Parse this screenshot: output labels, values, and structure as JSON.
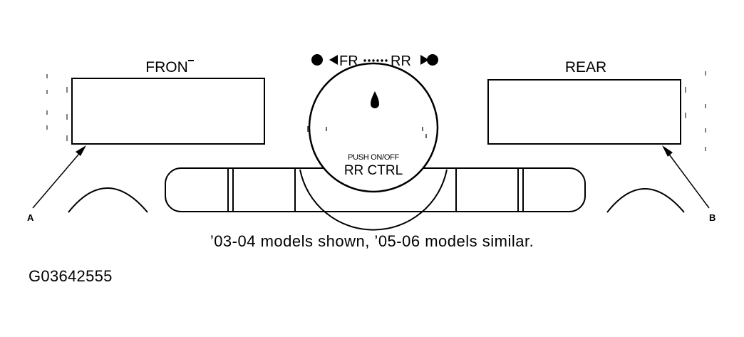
{
  "panel": {
    "front_label": "FRON",
    "rear_label": "REAR",
    "selector": {
      "left_text": "FR",
      "right_text": "RR"
    },
    "knob": {
      "line1": "PUSH ON/OFF",
      "line2": "RR CTRL"
    }
  },
  "callouts": {
    "a": "A",
    "b": "B"
  },
  "caption": "’03-04 models shown, ’05-06 models similar.",
  "figure_id": "G03642555"
}
